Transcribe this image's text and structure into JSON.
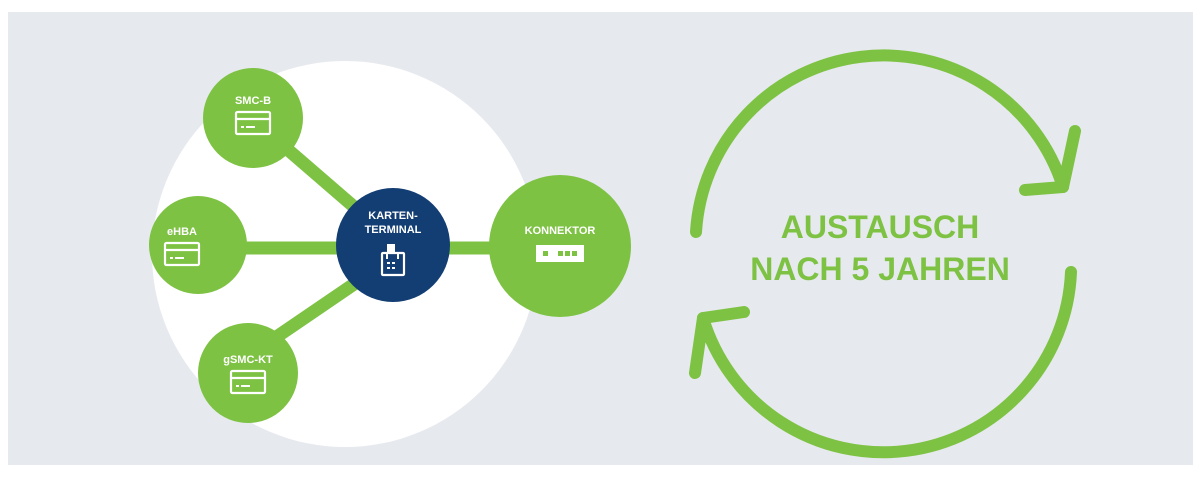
{
  "colors": {
    "background": "#e6e9ee",
    "white_circle": "#ffffff",
    "green": "#7dc243",
    "navy": "#133e74"
  },
  "nodes": {
    "smc_b": {
      "label": "SMC-B",
      "icon": "card-icon"
    },
    "ehba": {
      "label": "eHBA",
      "icon": "card-icon"
    },
    "gsmc_kt": {
      "label": "gSMC-KT",
      "icon": "card-icon"
    },
    "terminal": {
      "label_line1": "KARTEN-",
      "label_line2": "TERMINAL",
      "icon": "card-terminal-icon"
    },
    "konnektor": {
      "label": "KONNEKTOR",
      "icon": "connector-device-icon"
    }
  },
  "cycle": {
    "line1": "AUSTAUSCH",
    "line2": "NACH 5 JAHREN",
    "icon": "cycle-arrows-icon"
  }
}
